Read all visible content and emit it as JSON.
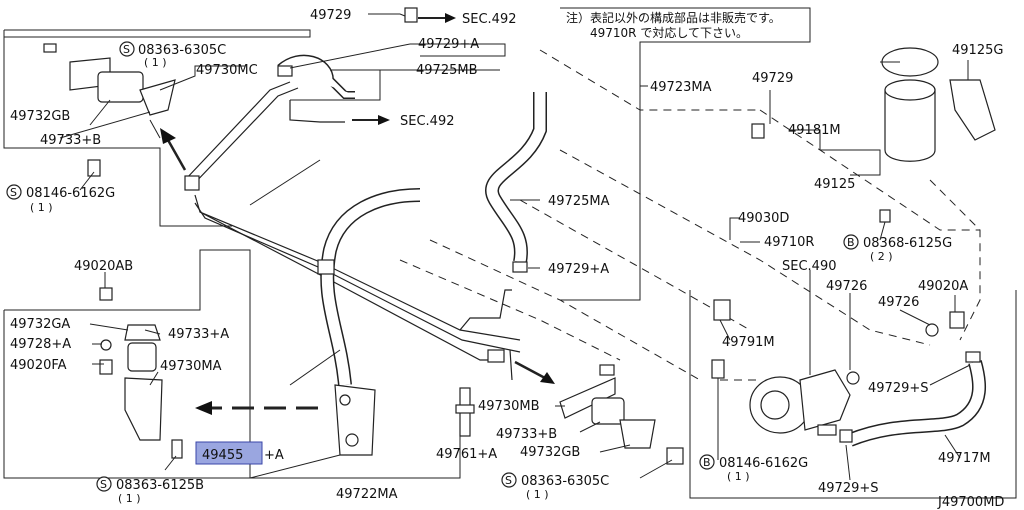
{
  "diagram_id": "J49700MD",
  "note": {
    "line1": "注）表記以外の構成部品は非販売です。",
    "line2": "49710R で対応して下さい。"
  },
  "section_refs": {
    "top": "SEC.492",
    "middle": "SEC.492",
    "pump": "SEC.490"
  },
  "highlighted_part": {
    "code": "49455",
    "suffix": "+A"
  },
  "callouts": {
    "p49729_top": "49729",
    "p49729_a_top": "49729+A",
    "p49725mb": "49725MB",
    "p49723ma": "49723MA",
    "p49725ma": "49725MA",
    "p49729_a_mid": "49729+A",
    "p49729_res": "49729",
    "p49181m": "49181M",
    "p49125": "49125",
    "p49125g": "49125G",
    "p49030d": "49030D",
    "p49710r": "49710R",
    "p49726_a": "49726",
    "p49726_b": "49726",
    "p49020a": "49020A",
    "p49791m": "49791M",
    "p49729_s_a": "49729+S",
    "p49729_s_b": "49729+S",
    "p49717m": "49717M",
    "p49730mc": "49730MC",
    "p49732gb_tl": "49732GB",
    "p49733_b_tl": "49733+B",
    "p49020ab": "49020AB",
    "p49732ga": "49732GA",
    "p49733_a": "49733+A",
    "p49728_a": "49728+A",
    "p49020fa": "49020FA",
    "p49730ma": "49730MA",
    "p49722ma": "49722MA",
    "p49761_a": "49761+A",
    "p49730mb": "49730MB",
    "p49733_b_r": "49733+B",
    "p49732gb_r": "49732GB"
  },
  "bolts": {
    "b08363_6305c_top": {
      "symbol": "S",
      "code": "08363-6305C",
      "qty": "( 1 )"
    },
    "b08146_6162g_left": {
      "symbol": "S",
      "code": "08146-6162G",
      "qty": "( 1 )"
    },
    "b08368_6125g": {
      "symbol": "B",
      "code": "08368-6125G",
      "qty": "( 2 )"
    },
    "b08146_6162g_right": {
      "symbol": "B",
      "code": "08146-6162G",
      "qty": "( 1 )"
    },
    "b08363_6125b": {
      "symbol": "S",
      "code": "08363-6125B",
      "qty": "( 1 )"
    },
    "b08363_6305c_bottom": {
      "symbol": "S",
      "code": "08363-6305C",
      "qty": "( 1 )"
    }
  }
}
